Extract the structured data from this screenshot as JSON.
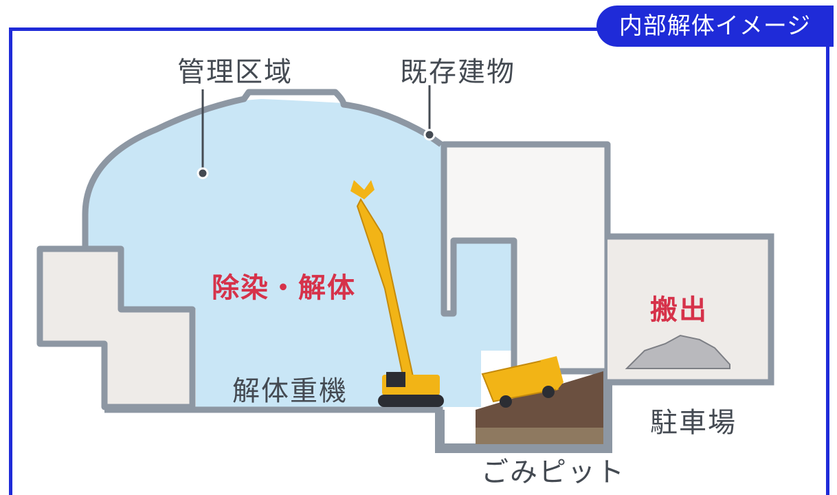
{
  "tab_title": "内部解体イメージ",
  "labels": {
    "controlled_area": "管理区域",
    "existing_building": "既存建物",
    "decontamination": "除染・解体",
    "heavy_machinery": "解体重機",
    "carry_out": "搬出",
    "parking": "駐車場",
    "garbage_pit": "ごみピット"
  },
  "colors": {
    "frame_blue": "#1f2bd8",
    "area_fill": "#c9e6f6",
    "wall_gray": "#8d97a3",
    "accent_red": "#d6324a",
    "machine_yellow": "#f2b416"
  }
}
